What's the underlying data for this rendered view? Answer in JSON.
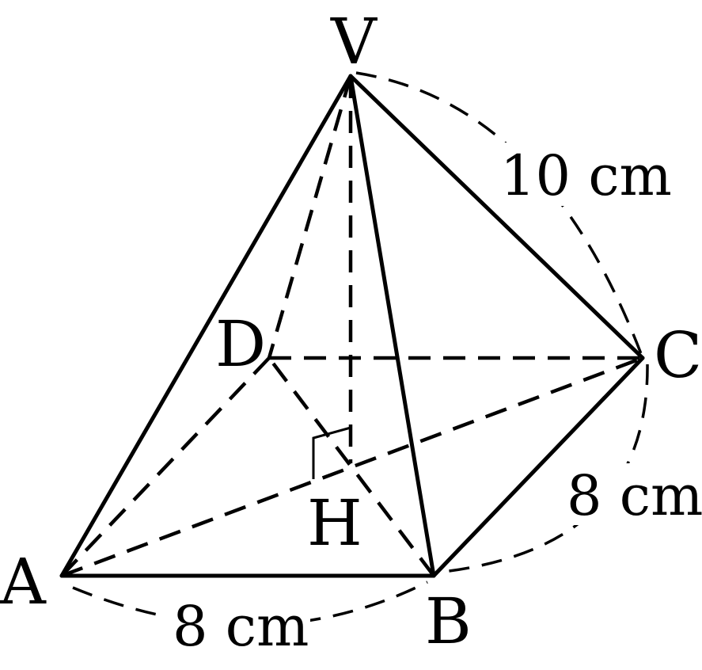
{
  "diagram": {
    "vertices": {
      "V": "V",
      "A": "A",
      "B": "B",
      "C": "C",
      "D": "D",
      "H": "H"
    },
    "measurements": {
      "vc": "10 cm",
      "bc": "8 cm",
      "ab": "8 cm"
    }
  }
}
